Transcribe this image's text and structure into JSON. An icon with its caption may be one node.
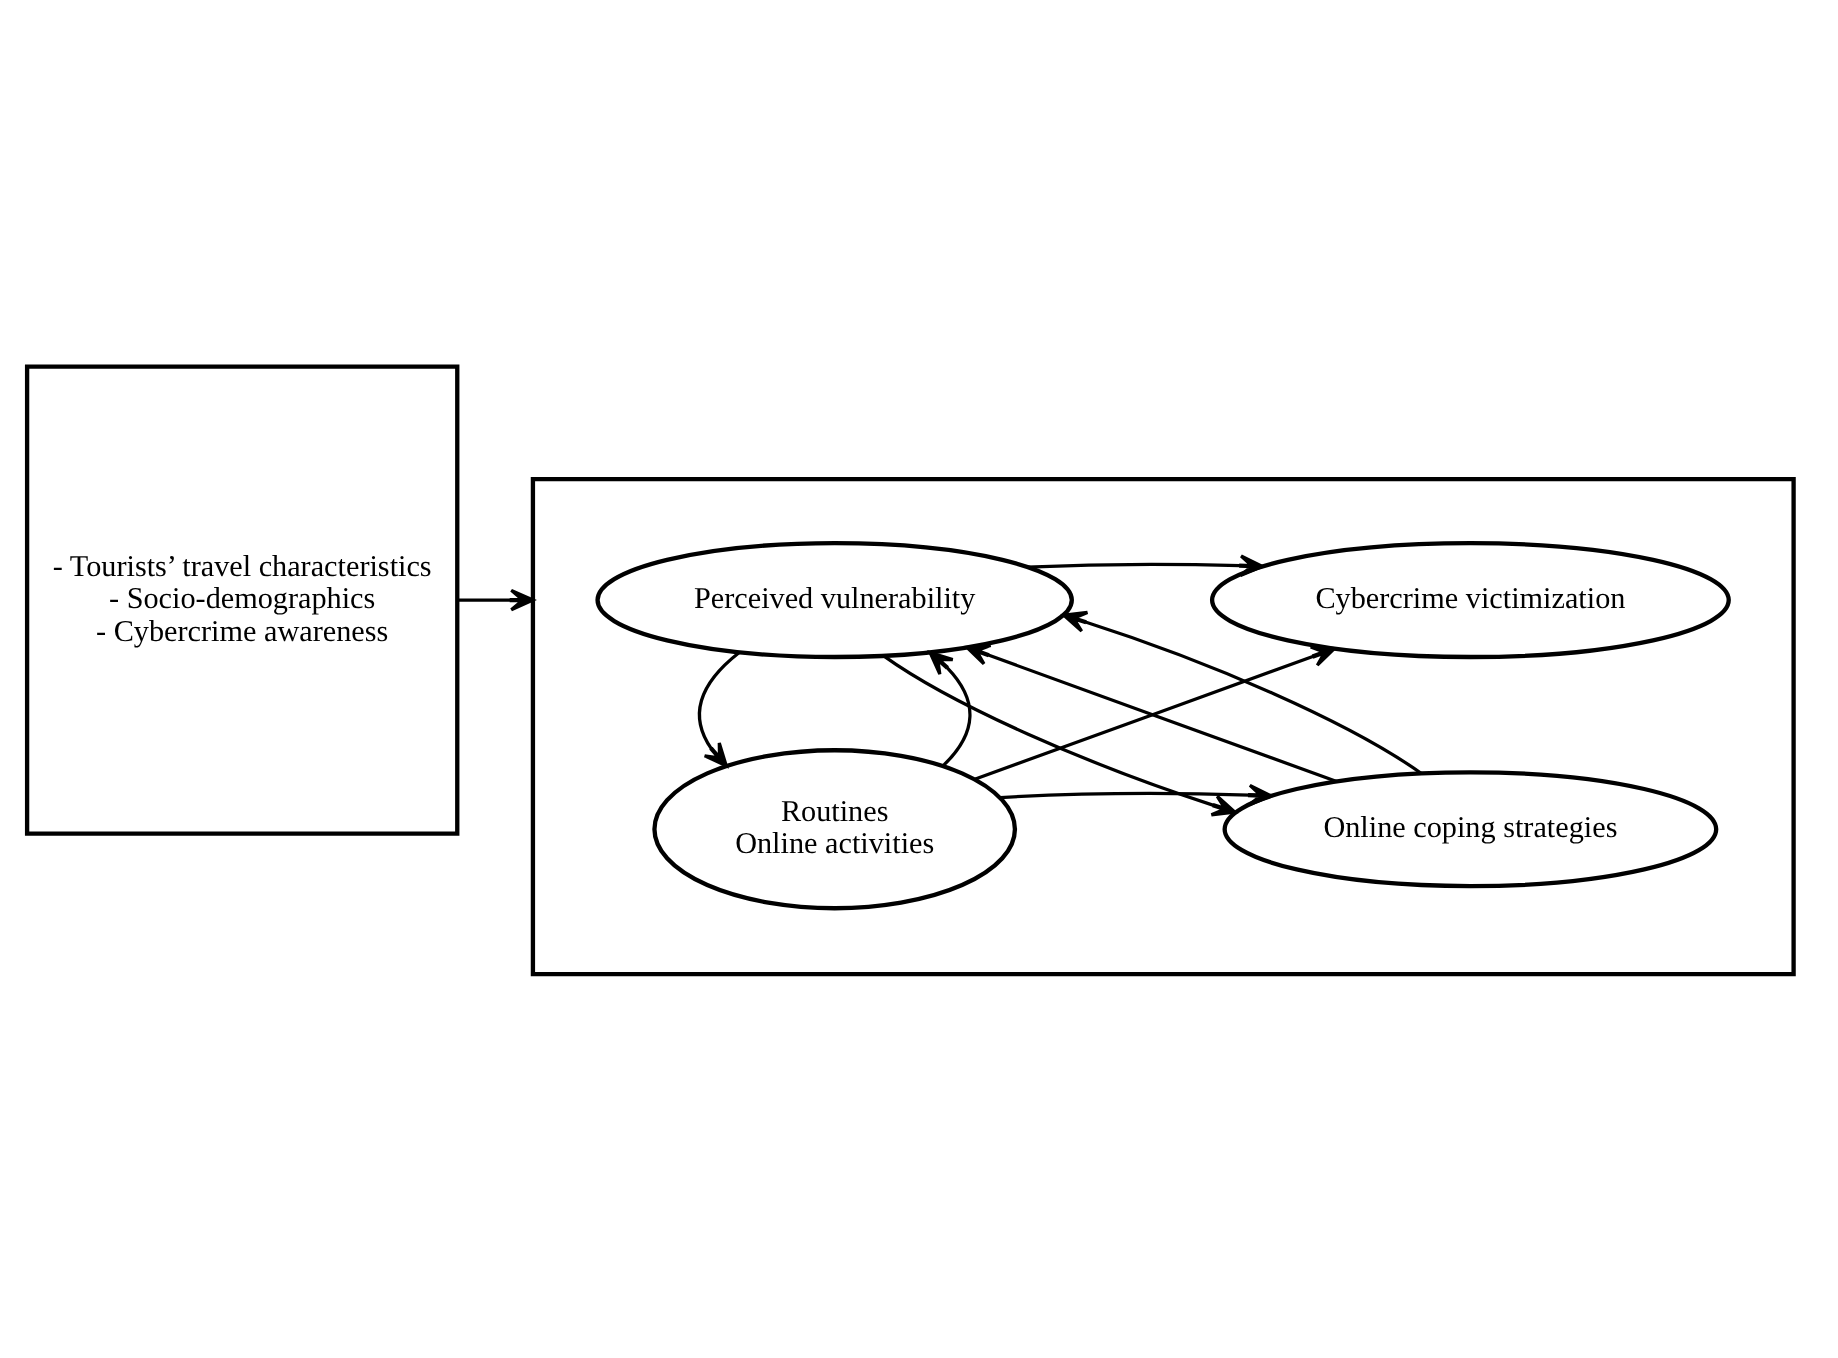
{
  "diagram": {
    "nodes": [
      {
        "text": [
          "- Tourists’ travel characteristics",
          "- Socio-demographics",
          "- Cybercrime awareness"
        ]
      },
      {
        "text": [],
        "shape": "box"
      },
      {
        "text": [
          "Perceived vulnerability"
        ],
        "in": 1
      },
      {
        "text": [
          "Cybercrime victimization"
        ],
        "in": 1
      },
      {
        "text": [
          "Routines",
          "Online activities"
        ],
        "in": 1
      },
      {
        "text": [
          "Online coping strategies"
        ],
        "in": 1
      }
    ],
    "edges": [
      {
        "from": 0,
        "to": 1,
        "arrow": "to"
      },
      {
        "from": 2,
        "to": 3,
        "arrow": "to"
      },
      {
        "from": 4,
        "to": 2,
        "arrow": "to"
      },
      {
        "from": 2,
        "to": 4,
        "arrow": "to"
      },
      {
        "from": 4,
        "to": 3,
        "arrow": "to"
      },
      {
        "from": 2,
        "to": 5,
        "arrow": "to"
      },
      {
        "from": 5,
        "to": 2,
        "arrow": "to"
      },
      {
        "from": 5,
        "to": 2,
        "arrow": "to"
      },
      {
        "from": 4,
        "to": 5,
        "arrow": "to"
      }
    ]
  }
}
